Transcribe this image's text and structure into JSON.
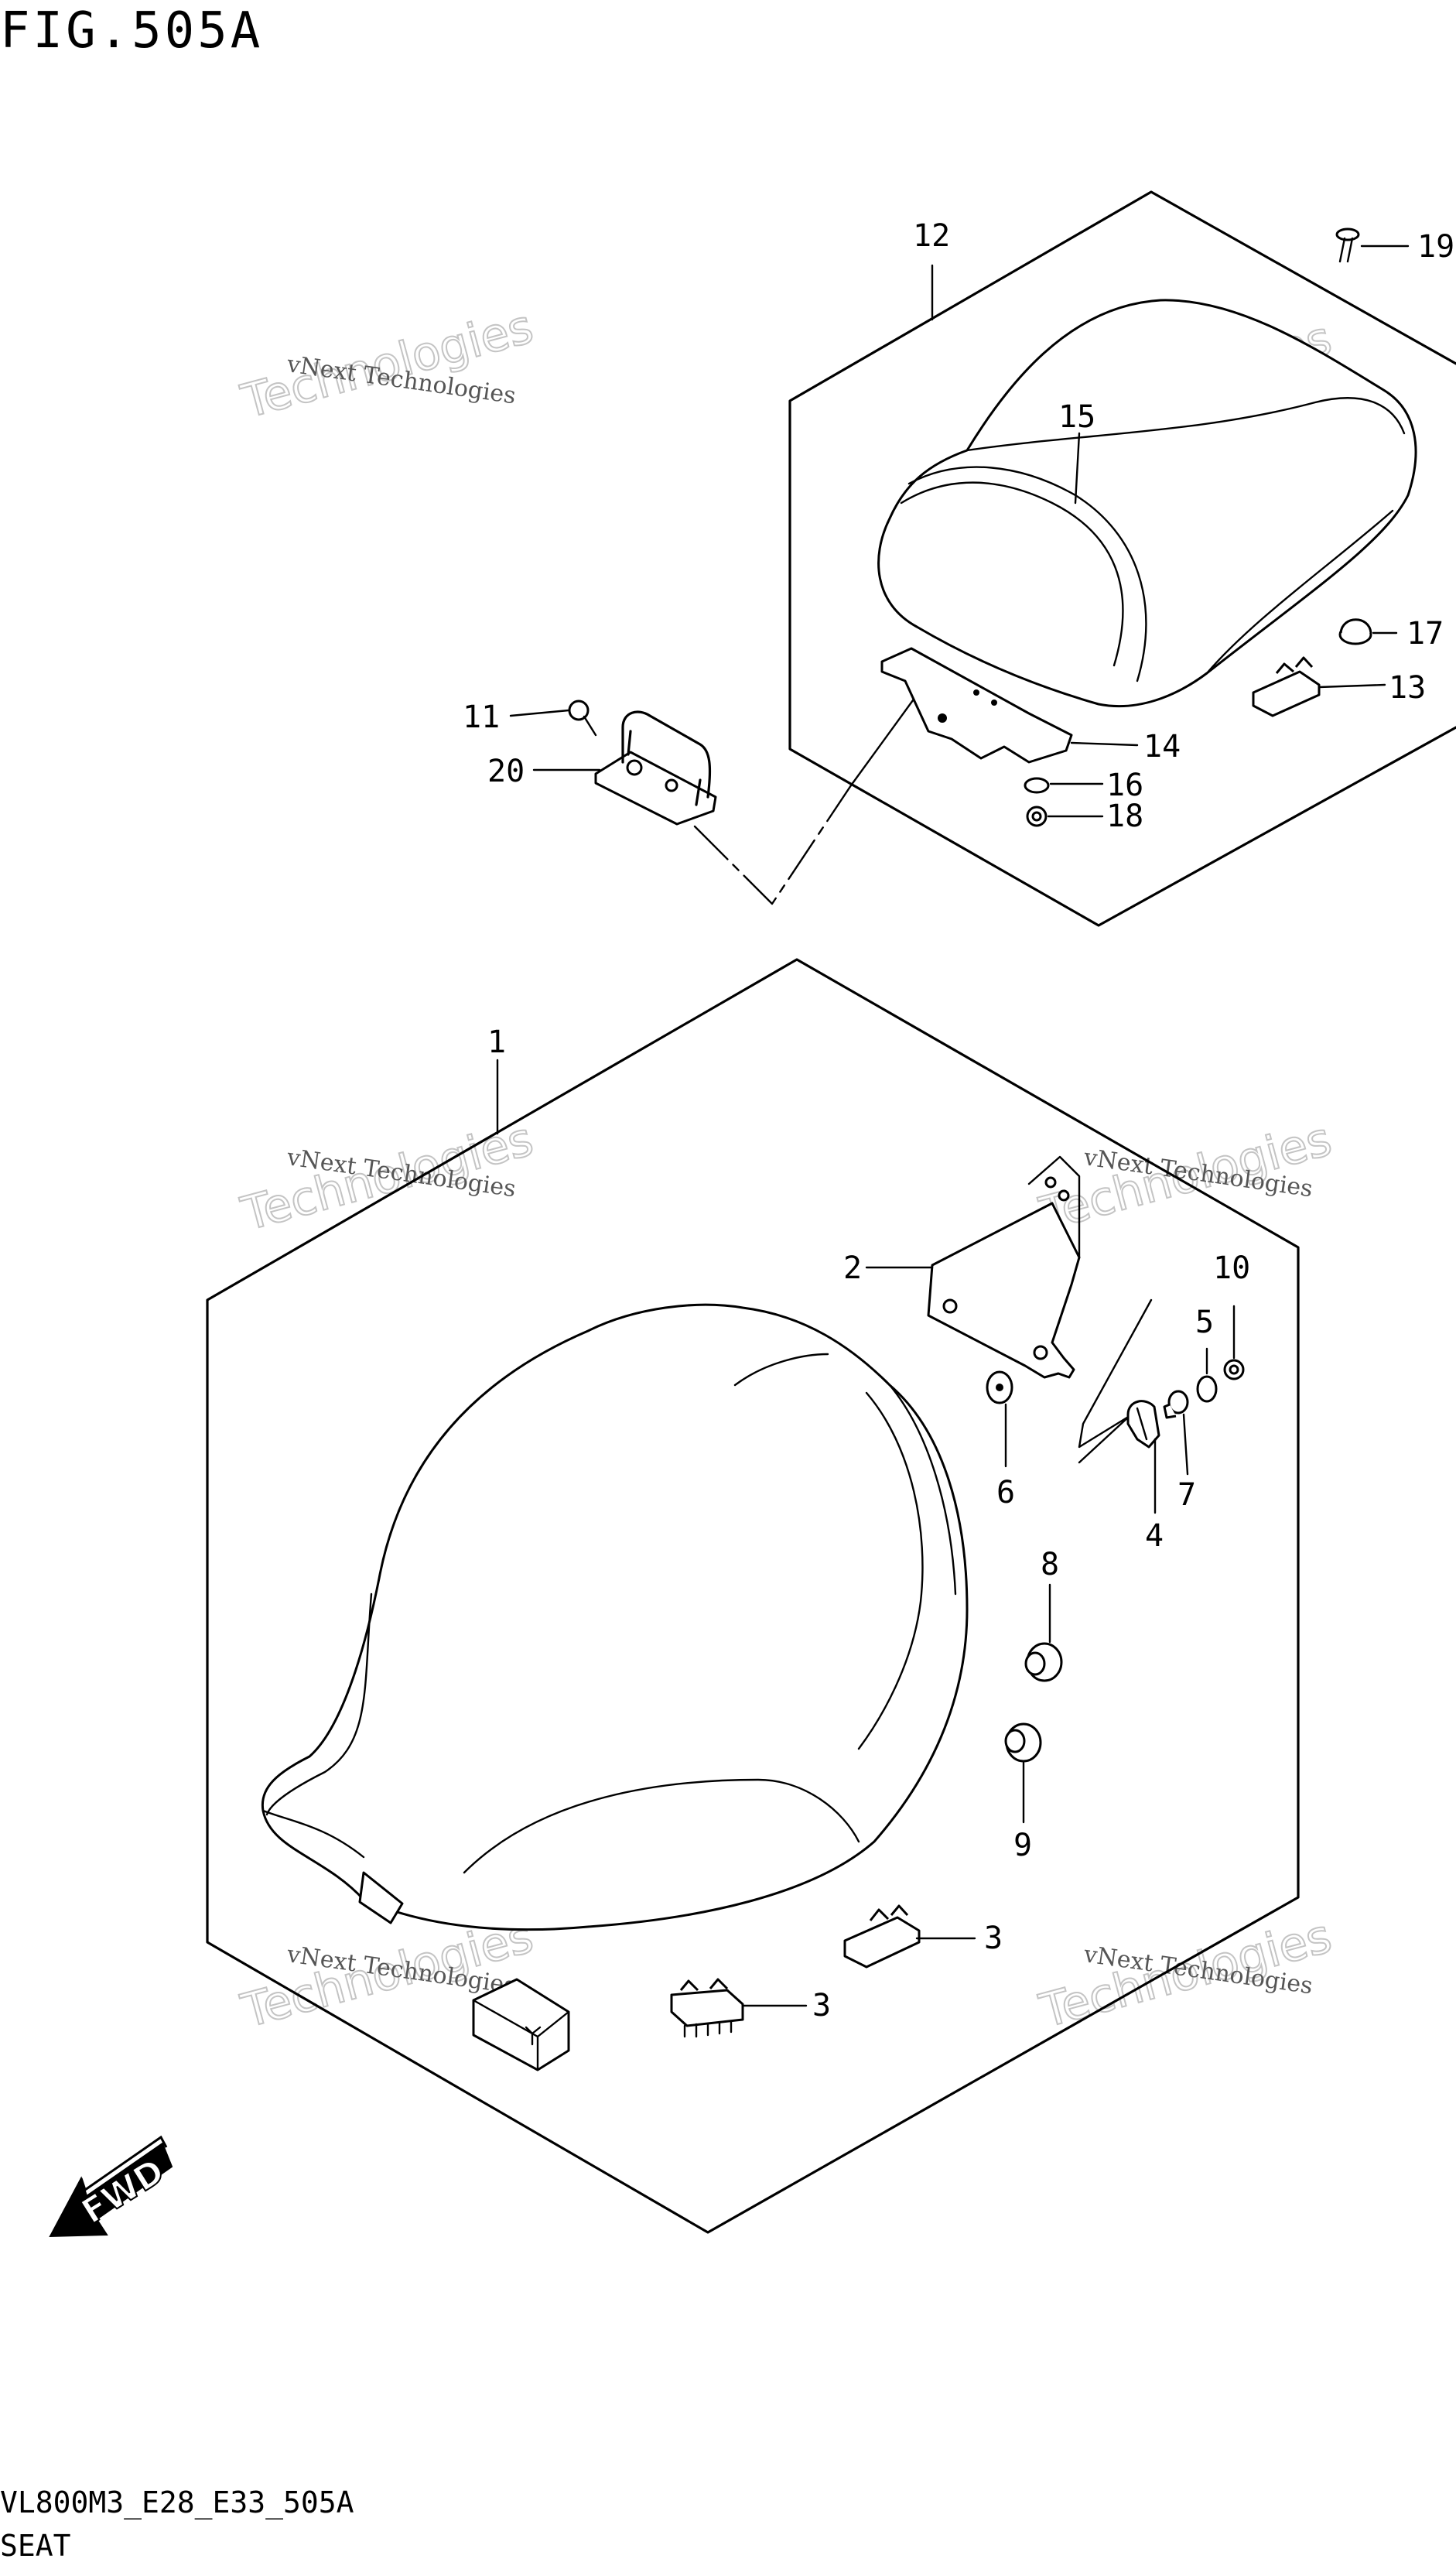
{
  "title": "FIG.505A",
  "footer": {
    "model_code": "VL800M3_E28_E33_505A",
    "section_name": "SEAT"
  },
  "callouts": {
    "c1": "1",
    "c2": "2",
    "c3a": "3",
    "c3b": "3",
    "c4": "4",
    "c5": "5",
    "c6": "6",
    "c7": "7",
    "c8": "8",
    "c9": "9",
    "c10": "10",
    "c11": "11",
    "c12": "12",
    "c13": "13",
    "c14": "14",
    "c15": "15",
    "c16": "16",
    "c17": "17",
    "c18": "18",
    "c19": "19",
    "c20": "20"
  },
  "watermark": {
    "line1": "vNext Technologies",
    "line2": "Technologies"
  },
  "fwd_label": "FWD"
}
